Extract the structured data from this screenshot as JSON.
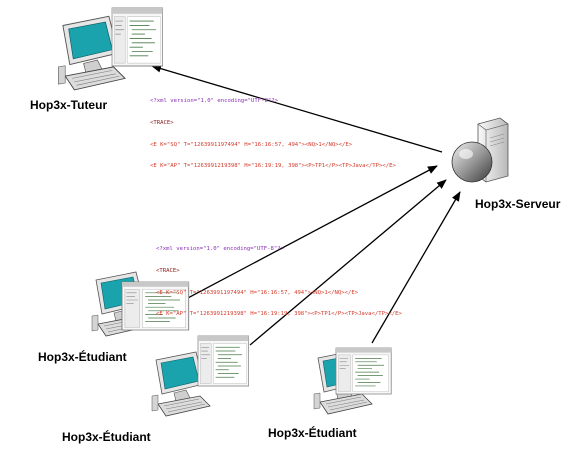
{
  "nodes": {
    "tutor": {
      "label": "Hop3x-Tuteur"
    },
    "server": {
      "label": "Hop3x-Serveur"
    },
    "student1": {
      "label": "Hop3x-Étudiant"
    },
    "student2": {
      "label": "Hop3x-Étudiant"
    },
    "student3": {
      "label": "Hop3x-Étudiant"
    }
  },
  "xml_snippet": {
    "declaration": "<?xml version=\"1.0\" encoding=\"UTF-8\"?>",
    "root_open": "<TRACE>",
    "line1": "<E K=\"SQ\" T=\"1263991197494\" H=\"16:16:57, 494\"><NQ>1</NQ></E>",
    "line2": "<E K=\"AP\" T=\"1263991219398\" H=\"16:19:19, 398\"><P>TP1</P><TP>Java</TP></E>"
  },
  "colors": {
    "screen": "#1aa3ad",
    "monitor": "#e6e6e6",
    "edge": "#000000"
  },
  "icons": {
    "computer": "computer-icon",
    "server": "server-icon"
  }
}
